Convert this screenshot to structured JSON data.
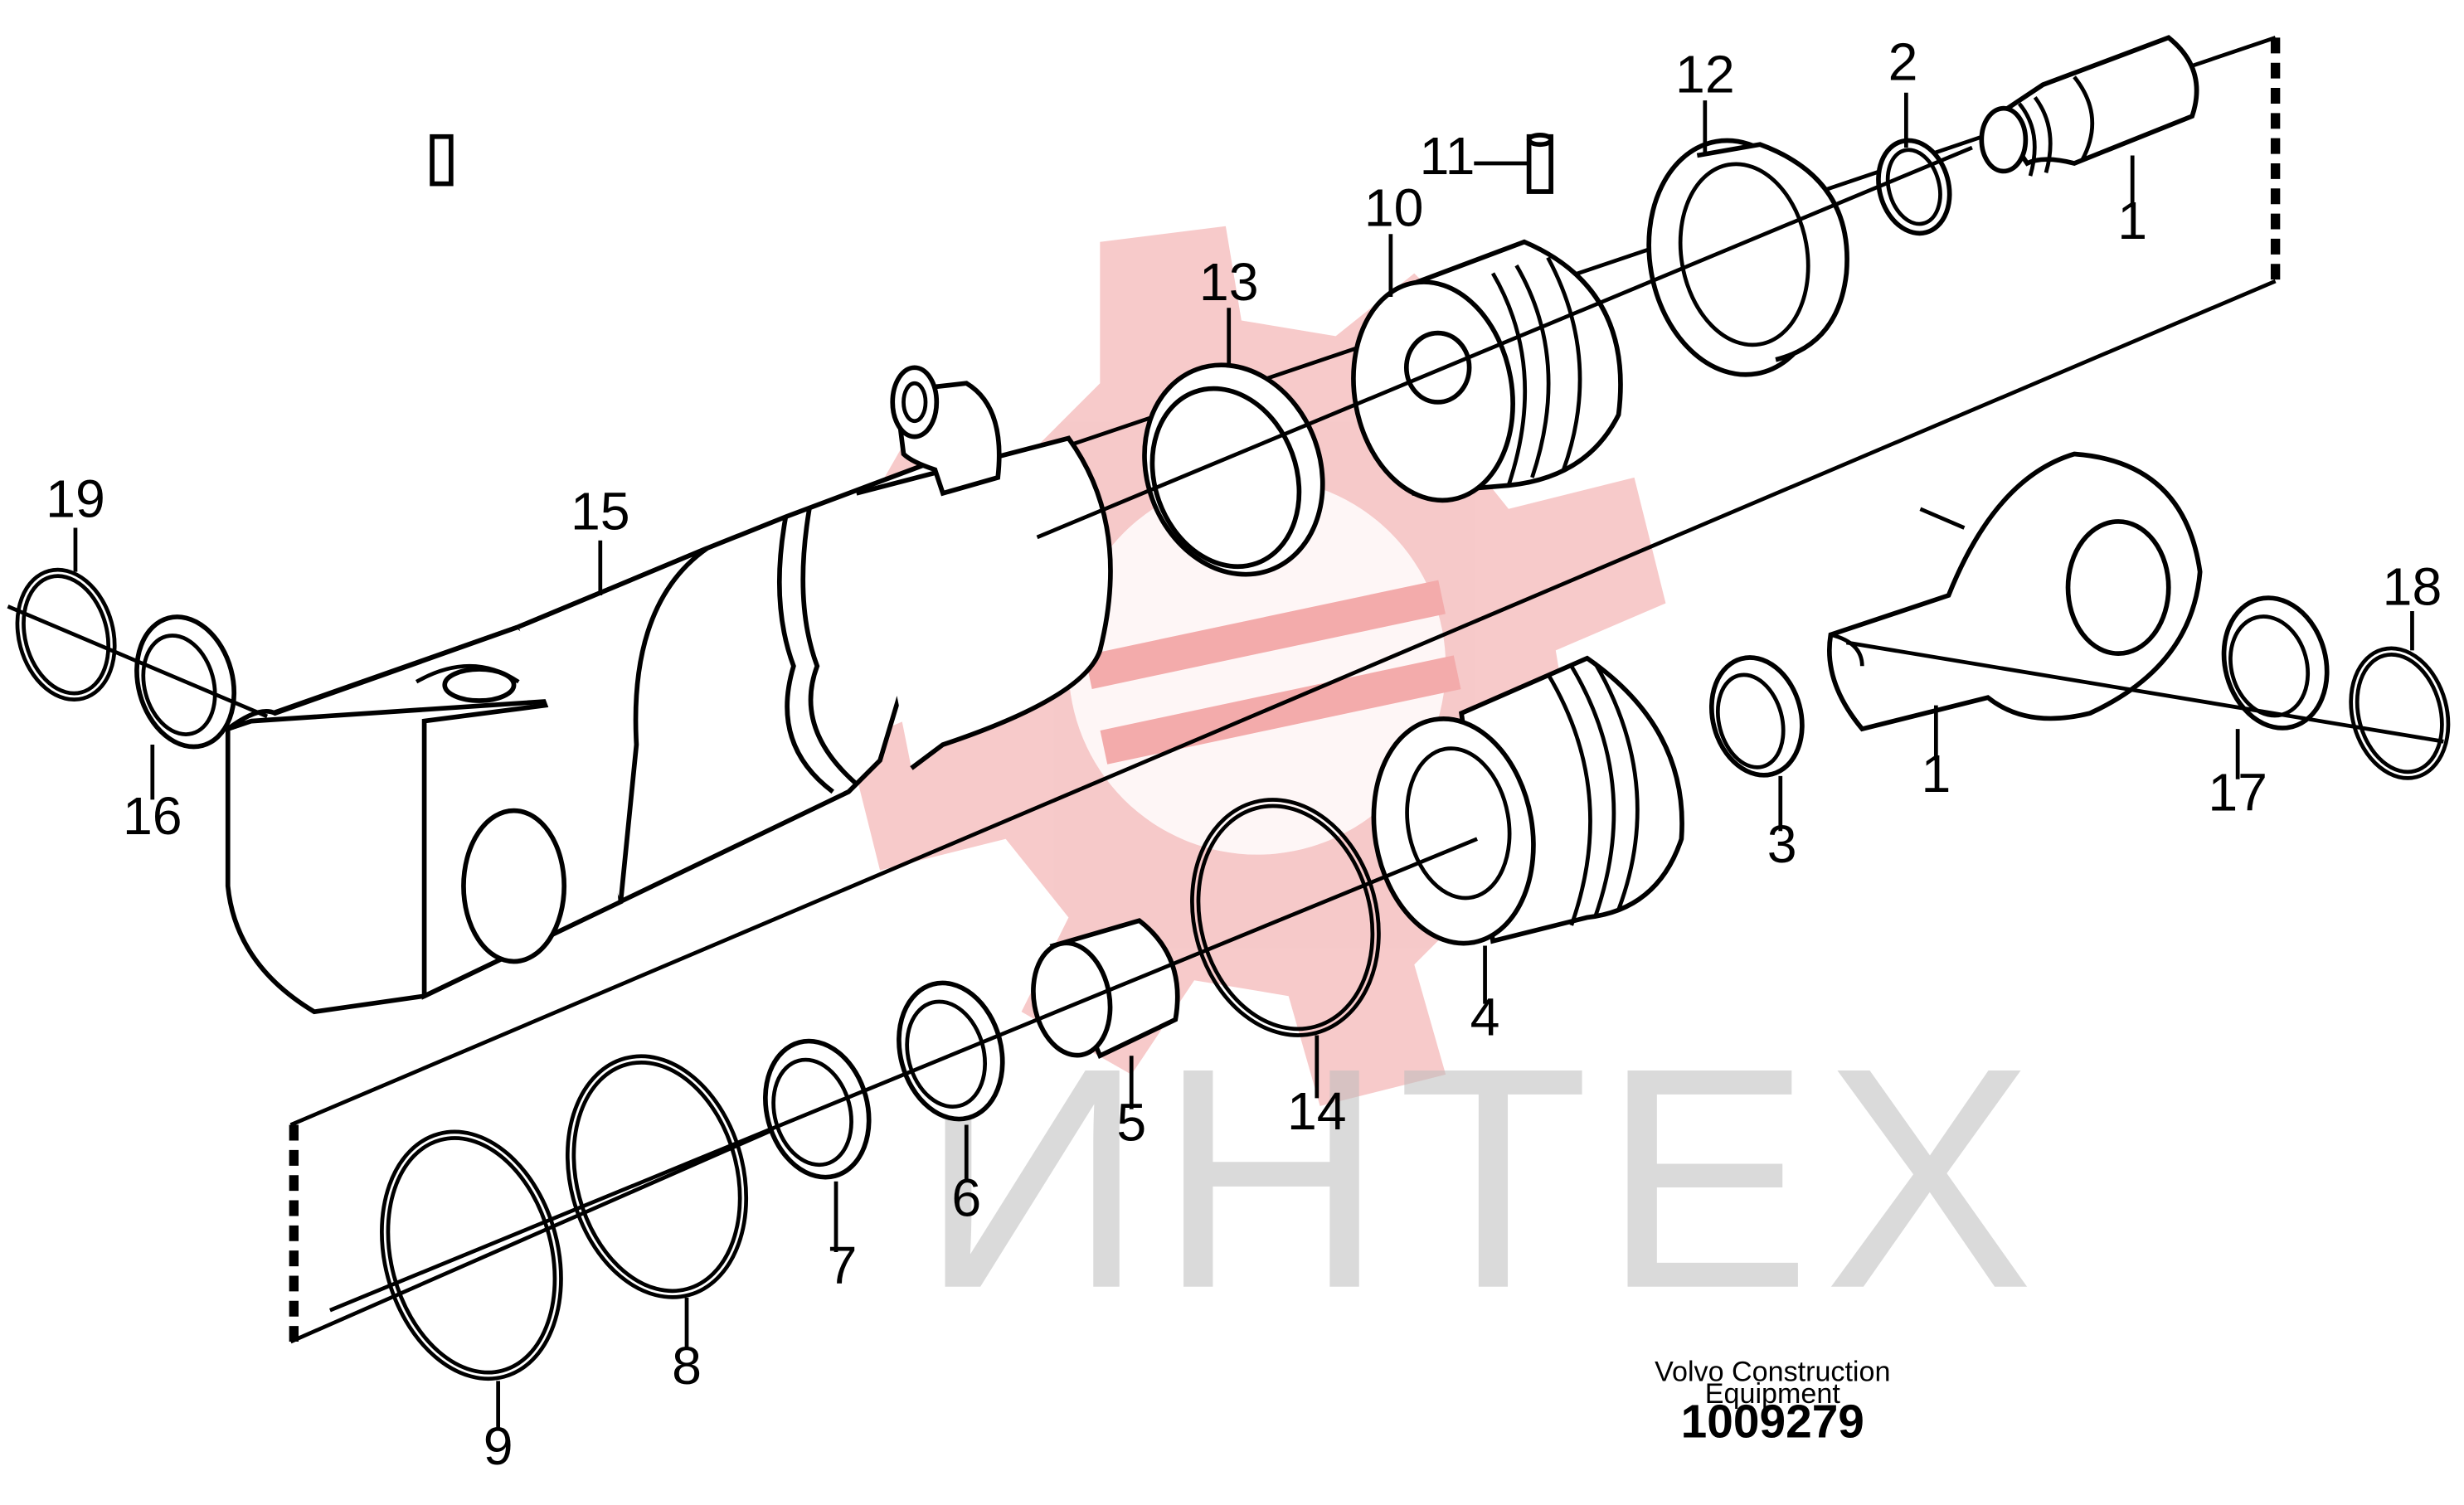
{
  "watermark": {
    "text": "ИНТЕХ",
    "logo_color": "#f2a3a3",
    "text_color": "#bdbdbd"
  },
  "credit": {
    "line1": "Volvo Construction",
    "line2": "Equipment",
    "drawing_number": "1009279"
  },
  "callouts": [
    {
      "id": "c1a",
      "text": "1"
    },
    {
      "id": "c1b",
      "text": "1"
    },
    {
      "id": "c2",
      "text": "2"
    },
    {
      "id": "c3",
      "text": "3"
    },
    {
      "id": "c4",
      "text": "4"
    },
    {
      "id": "c5",
      "text": "5"
    },
    {
      "id": "c6",
      "text": "6"
    },
    {
      "id": "c7",
      "text": "7"
    },
    {
      "id": "c8",
      "text": "8"
    },
    {
      "id": "c9",
      "text": "9"
    },
    {
      "id": "c10",
      "text": "10"
    },
    {
      "id": "c11",
      "text": "11"
    },
    {
      "id": "c12",
      "text": "12"
    },
    {
      "id": "c13",
      "text": "13"
    },
    {
      "id": "c14",
      "text": "14"
    },
    {
      "id": "c15",
      "text": "15"
    },
    {
      "id": "c16",
      "text": "16"
    },
    {
      "id": "c17",
      "text": "17"
    },
    {
      "id": "c18",
      "text": "18"
    },
    {
      "id": "c19",
      "text": "19"
    }
  ]
}
